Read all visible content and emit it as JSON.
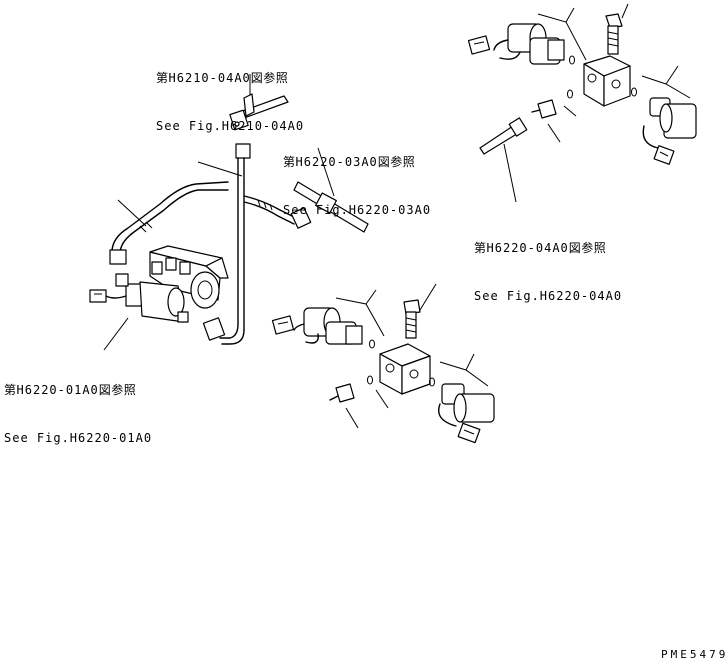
{
  "references": [
    {
      "id": "h6210-04a0",
      "jp_prefix": "第",
      "fig": "H6210-04A0",
      "jp_suffix": "図参照",
      "en": "See Fig.H6210-04A0"
    },
    {
      "id": "h6220-03a0",
      "jp_prefix": "第",
      "fig": "H6220-03A0",
      "jp_suffix": "図参照",
      "en": "See Fig.H6220-03A0"
    },
    {
      "id": "h6220-04a0",
      "jp_prefix": "第",
      "fig": "H6220-04A0",
      "jp_suffix": "図参照",
      "en": "See Fig.H6220-04A0"
    },
    {
      "id": "h6220-01a0",
      "jp_prefix": "第",
      "fig": "H6220-01A0",
      "jp_suffix": "図参照",
      "en": "See Fig.H6220-01A0"
    }
  ],
  "drawing_code": "PME5479"
}
